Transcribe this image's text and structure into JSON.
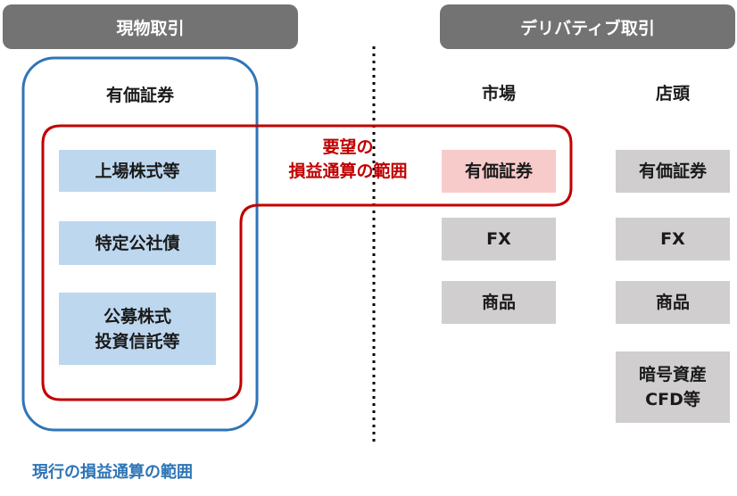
{
  "headers": {
    "spot": "現物取引",
    "derivative": "デリバティブ取引"
  },
  "spot": {
    "group_title": "有価証券",
    "items": [
      "上場株式等",
      "特定公社債",
      "公募株式\n投資信託等"
    ]
  },
  "derivative": {
    "market": {
      "title": "市場",
      "items": [
        "有価証券",
        "FX",
        "商品"
      ]
    },
    "otc": {
      "title": "店頭",
      "items": [
        "有価証券",
        "FX",
        "商品",
        "暗号資産\nCFD等"
      ]
    }
  },
  "requested_scope_label": "要望の\n損益通算の範囲",
  "current_scope_label": "現行の損益通算の範囲",
  "colors": {
    "blue_border": "#2e75b6",
    "red_border": "#c00000",
    "header": "#737373"
  }
}
